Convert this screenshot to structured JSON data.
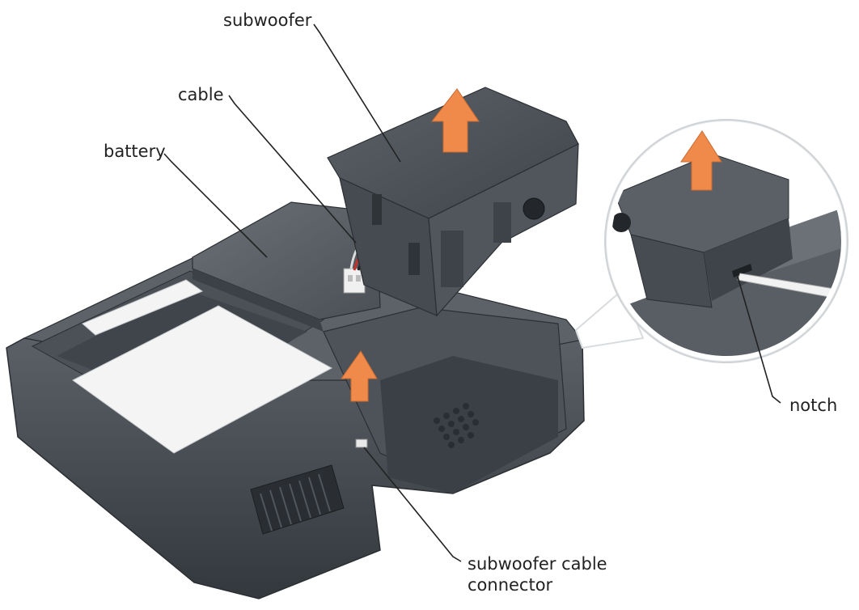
{
  "labels": {
    "subwoofer": "subwoofer",
    "cable": "cable",
    "battery": "battery",
    "notch": "notch",
    "connector_line1": "subwoofer cable",
    "connector_line2": "connector"
  },
  "colors": {
    "plastic_dark": "#3d4247",
    "plastic_mid": "#555b61",
    "plastic_light": "#6c7278",
    "battery_top": "#4a5056",
    "sticker": "#f4f4f4",
    "arrow_orange": "#f08a4b",
    "leader": "#222222",
    "magnifier_ring": "#d9dcdf"
  }
}
